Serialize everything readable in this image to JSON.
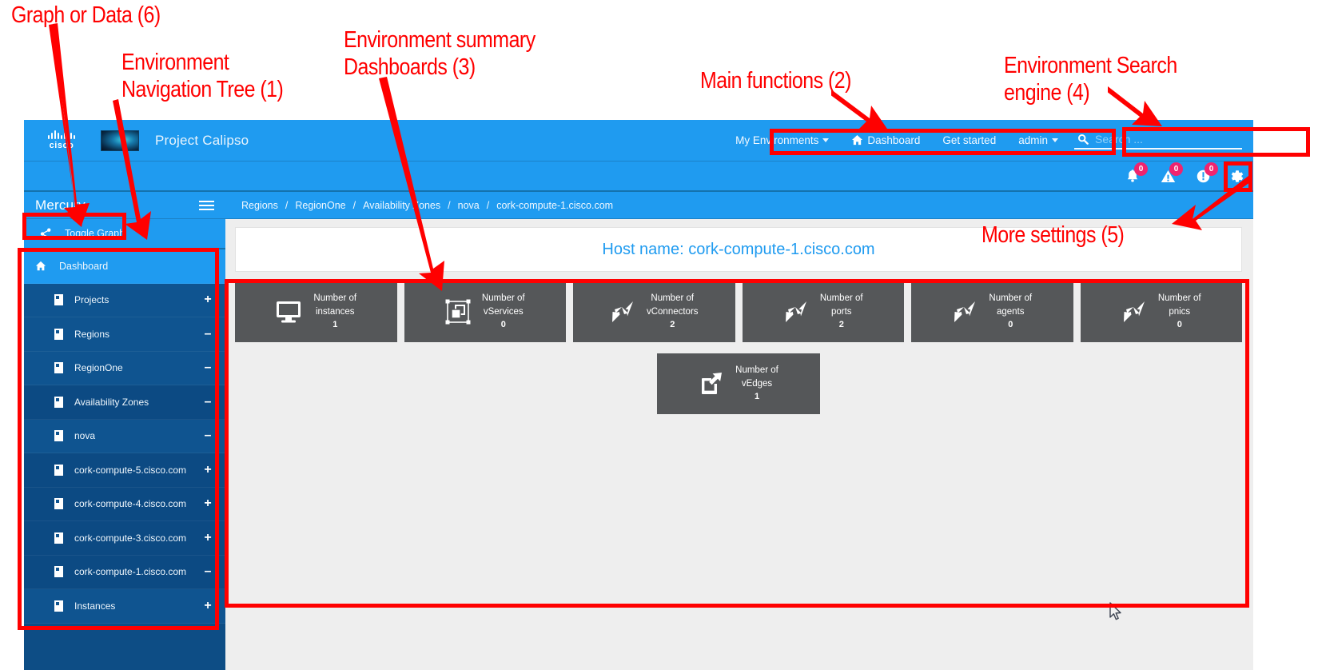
{
  "annotations": [
    {
      "id": "a6",
      "label": "Graph or Data (6)"
    },
    {
      "id": "a1",
      "label": "Environment\nNavigation Tree (1)"
    },
    {
      "id": "a3",
      "label": "Environment summary\nDashboards (3)"
    },
    {
      "id": "a2",
      "label": "Main functions (2)"
    },
    {
      "id": "a4",
      "label": "Environment Search\nengine (4)"
    },
    {
      "id": "a5",
      "label": "More settings (5)"
    }
  ],
  "colors": {
    "annotation_red": "#ff0000",
    "brand_blue": "#1f9bf0",
    "sidebar_blue": "#0f5490",
    "sidebar_blue_alt": "#0c4a83",
    "card_gray": "#555759",
    "badge_pink": "#f0246e",
    "page_gray": "#eeeeee",
    "host_text_blue": "#1f9bf0"
  },
  "navbar": {
    "cisco_logo_text": "cisco",
    "app_title": "Project Calipso",
    "links": [
      {
        "label": "My Environments",
        "icon": "chevron-down-icon",
        "has_caret": true
      },
      {
        "label": "Dashboard",
        "icon": "home-icon",
        "has_caret": false
      },
      {
        "label": "Get started",
        "icon": "",
        "has_caret": false
      },
      {
        "label": "admin",
        "icon": "chevron-down-icon",
        "has_caret": true
      }
    ],
    "search": {
      "icon": "search-icon",
      "placeholder": "Search ...",
      "value": ""
    }
  },
  "statusbar": {
    "items": [
      {
        "icon": "bell-icon",
        "badge": "0"
      },
      {
        "icon": "warning-triangle-icon",
        "badge": "0"
      },
      {
        "icon": "info-circle-icon",
        "badge": "0"
      }
    ],
    "settings": {
      "icon": "gear-icon",
      "label": ""
    }
  },
  "sidebar": {
    "title": "Mercury",
    "menu_icon": "hamburger-icon",
    "toggle_graph": {
      "label": "Toggle Graph",
      "icon": "share-nodes-icon"
    },
    "items": [
      {
        "label": "Dashboard",
        "icon": "home-icon",
        "sign": "",
        "level": "root"
      },
      {
        "label": "Projects",
        "icon": "document-icon",
        "sign": "+",
        "level": "child"
      },
      {
        "label": "Regions",
        "icon": "document-icon",
        "sign": "–",
        "level": "child"
      },
      {
        "label": "RegionOne",
        "icon": "document-icon",
        "sign": "–",
        "level": "child"
      },
      {
        "label": "Availability Zones",
        "icon": "document-icon",
        "sign": "–",
        "level": "child"
      },
      {
        "label": "nova",
        "icon": "document-icon",
        "sign": "–",
        "level": "child"
      },
      {
        "label": "cork-compute-5.cisco.com",
        "icon": "document-icon",
        "sign": "+",
        "level": "child"
      },
      {
        "label": "cork-compute-4.cisco.com",
        "icon": "document-icon",
        "sign": "+",
        "level": "child"
      },
      {
        "label": "cork-compute-3.cisco.com",
        "icon": "document-icon",
        "sign": "+",
        "level": "child"
      },
      {
        "label": "cork-compute-1.cisco.com",
        "icon": "document-icon",
        "sign": "–",
        "level": "child"
      },
      {
        "label": "Instances",
        "icon": "document-icon",
        "sign": "+",
        "level": "child"
      }
    ]
  },
  "breadcrumb": {
    "separator": "/",
    "items": [
      "Regions",
      "RegionOne",
      "Availability Zones",
      "nova",
      "cork-compute-1.cisco.com"
    ]
  },
  "main": {
    "host_label": "Host name: cork-compute-1.cisco.com",
    "cards_row1": [
      {
        "title_line1": "Number of",
        "title_line2": "instances",
        "count": "1",
        "icon": "monitor-icon"
      },
      {
        "title_line1": "Number of",
        "title_line2": "vServices",
        "count": "0",
        "icon": "group-objects-icon"
      },
      {
        "title_line1": "Number of",
        "title_line2": "vConnectors",
        "count": "2",
        "icon": "collapse-arrows-icon"
      },
      {
        "title_line1": "Number of",
        "title_line2": "ports",
        "count": "2",
        "icon": "collapse-arrows-icon"
      },
      {
        "title_line1": "Number of",
        "title_line2": "agents",
        "count": "0",
        "icon": "collapse-arrows-icon"
      },
      {
        "title_line1": "Number of",
        "title_line2": "pnics",
        "count": "0",
        "icon": "collapse-arrows-icon"
      }
    ],
    "cards_row2": [
      {
        "title_line1": "Number of",
        "title_line2": "vEdges",
        "count": "1",
        "icon": "external-link-icon"
      }
    ]
  }
}
